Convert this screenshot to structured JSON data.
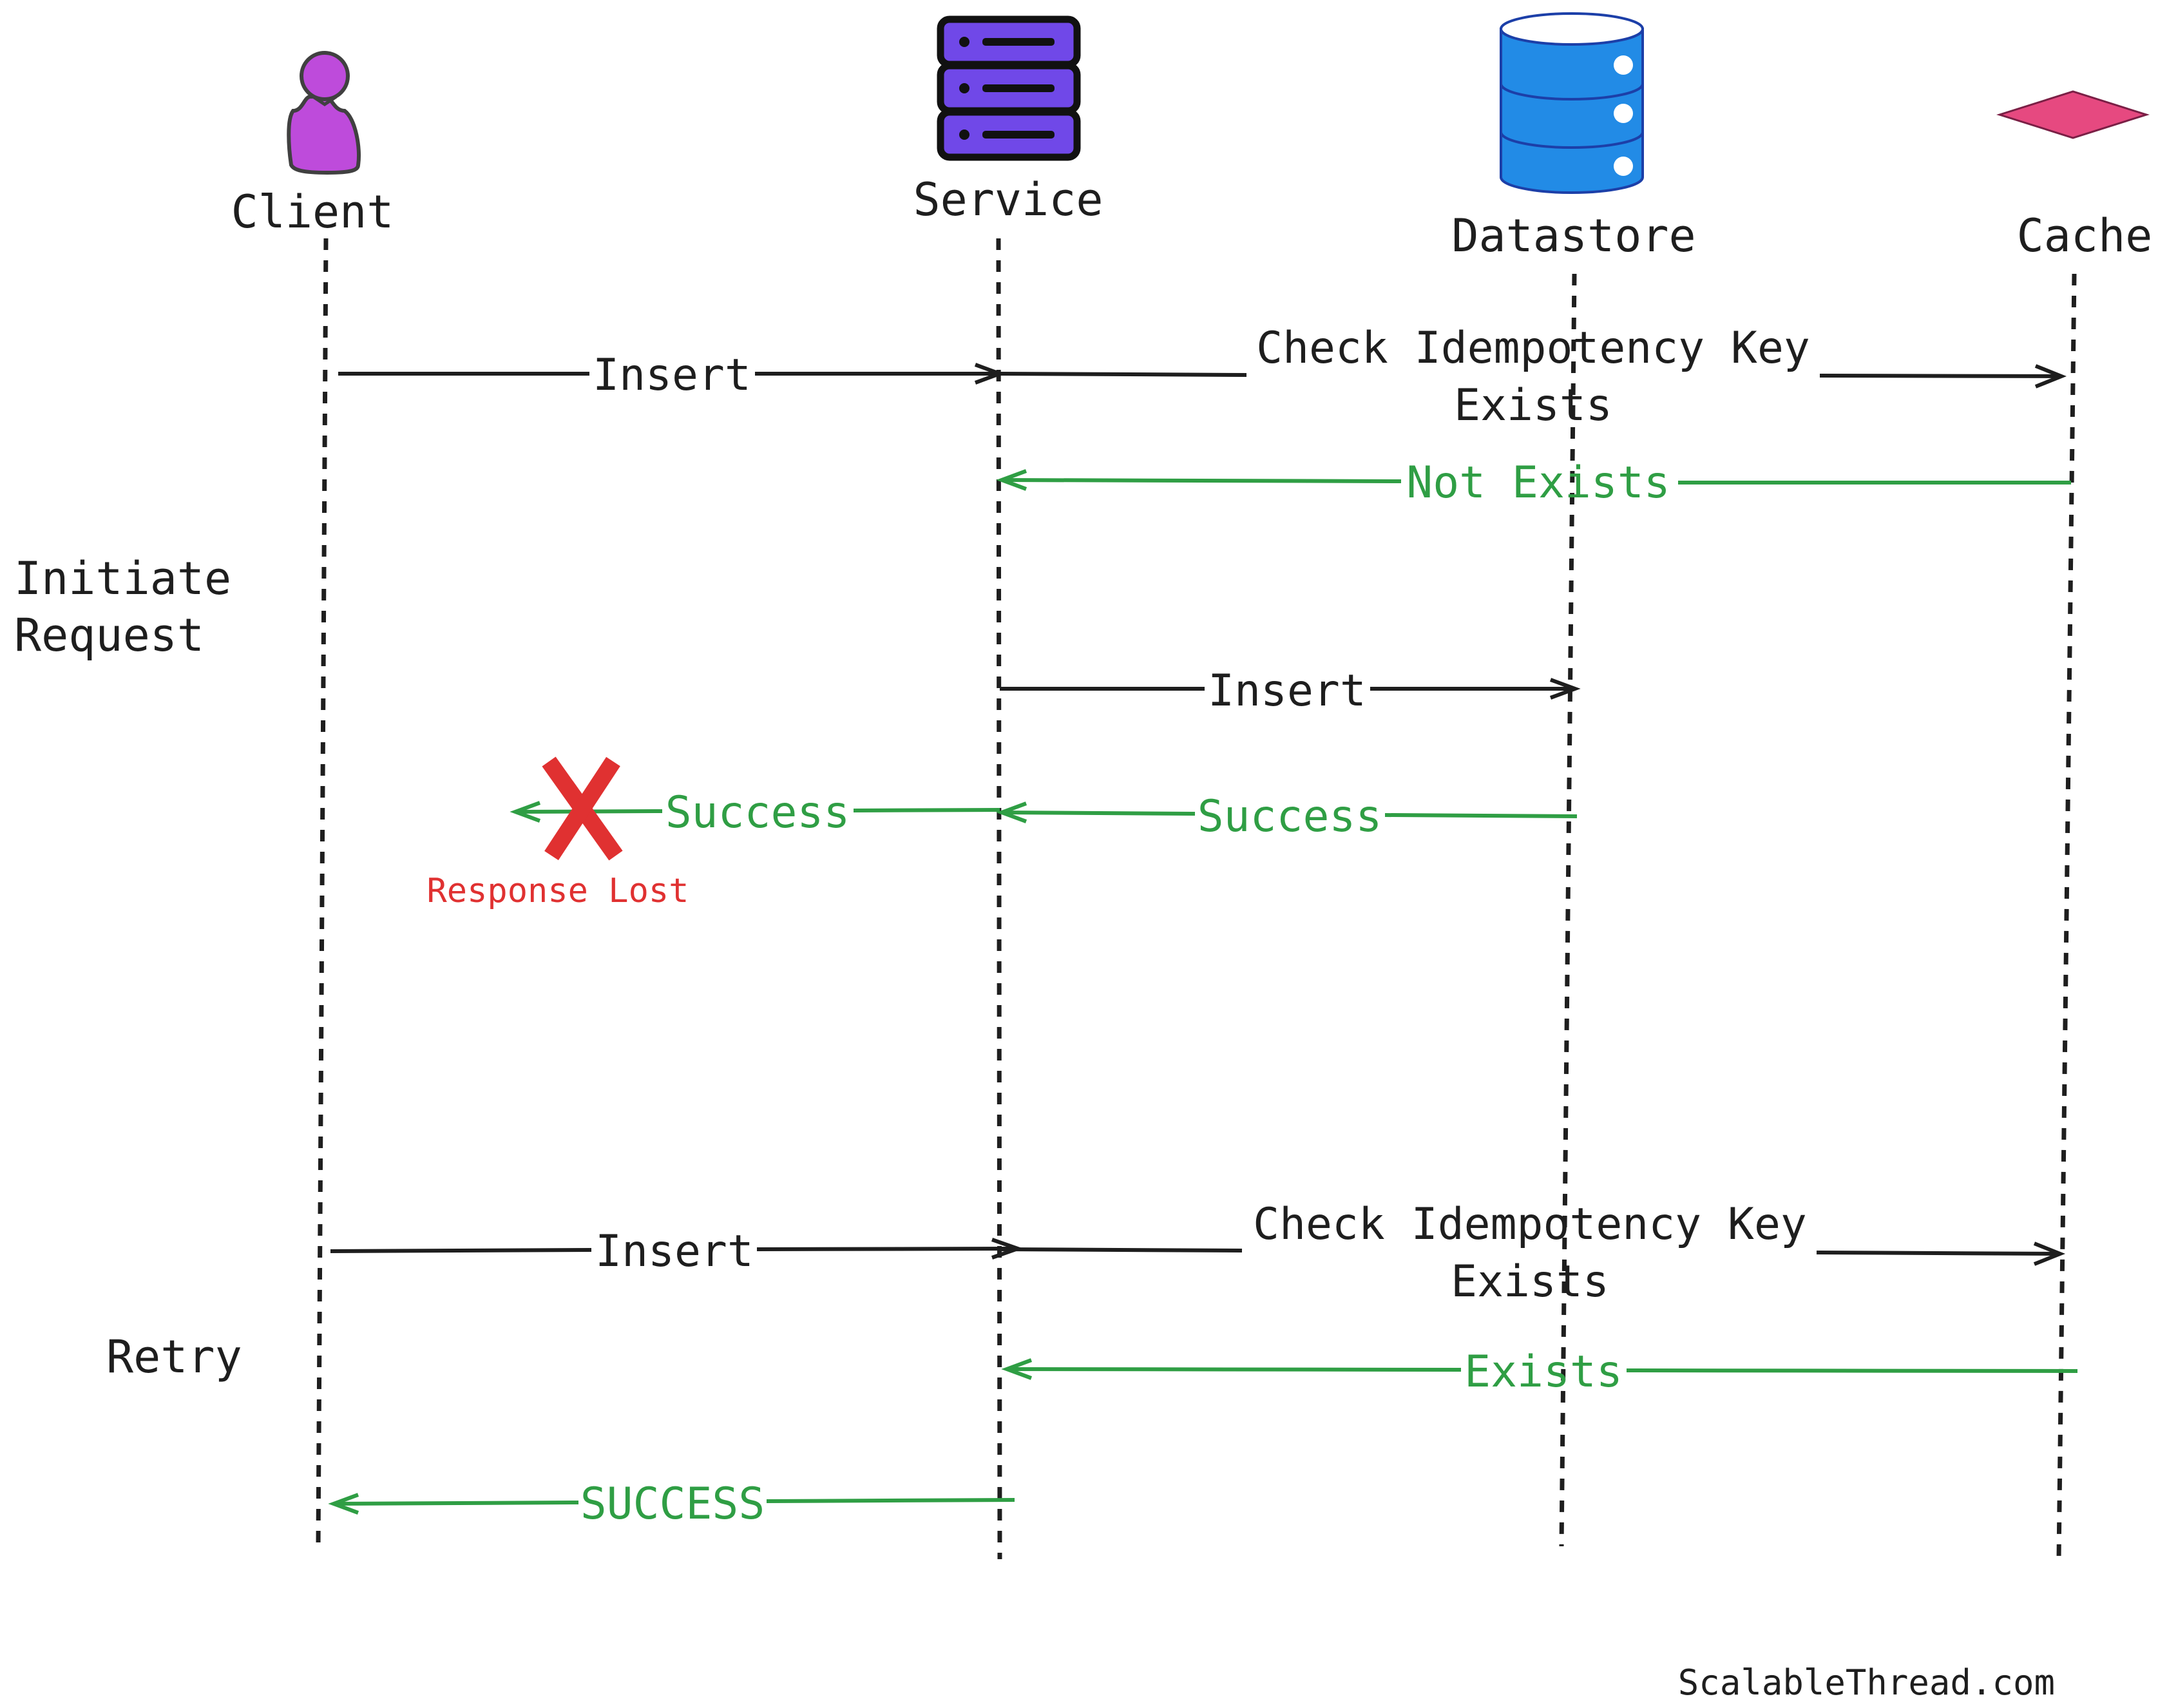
{
  "participants": {
    "client": "Client",
    "service": "Service",
    "datastore": "Datastore",
    "cache": "Cache"
  },
  "phases": {
    "initiate_line1": "Initiate",
    "initiate_line2": "Request",
    "retry": "Retry"
  },
  "messages": {
    "insert_1": "Insert",
    "check_key_1_line1": "Check Idempotency Key",
    "check_key_1_line2": "Exists",
    "not_exists": "Not Exists",
    "insert_datastore": "Insert",
    "success_datastore": "Success",
    "success_lost": "Success",
    "response_lost": "Response Lost",
    "insert_2": "Insert",
    "check_key_2_line1": "Check Idempotency Key",
    "check_key_2_line2": "Exists",
    "exists": "Exists",
    "final_success": "SUCCESS"
  },
  "footer": "ScalableThread.com",
  "colors": {
    "ink": "#1e1e1e",
    "success": "#2f9e44",
    "error": "#e03131",
    "client_icon": "#be4bdb",
    "service_icon": "#7048e8",
    "datastore_icon": "#228be6",
    "cache_icon": "#e64980"
  },
  "icons": {
    "client": "person-icon",
    "service": "server-rack-icon",
    "datastore": "database-icon",
    "cache": "cache-diamond-icon",
    "lost": "x-mark-icon"
  }
}
